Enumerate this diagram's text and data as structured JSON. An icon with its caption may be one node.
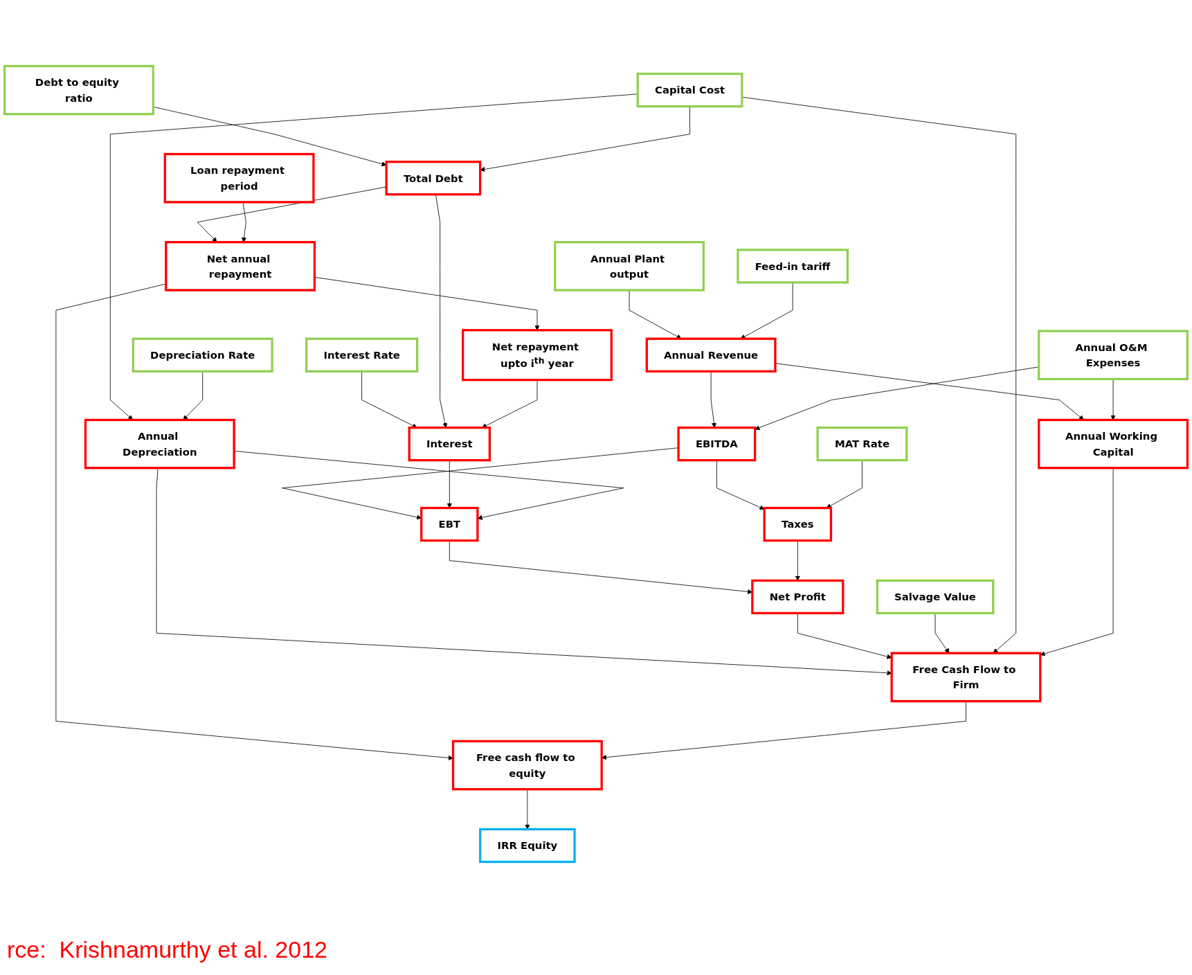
{
  "diagram": {
    "caption": "rce:  Krishnamurthy et al. 2012",
    "nodes": [
      {
        "text": [
          "Annual Plant output"
        ]
      },
      {
        "text": [
          "Annual Revenue"
        ]
      },
      {
        "text": [
          "Annual O&M Expenses"
        ]
      },
      {
        "text": [
          "Feed-in tariff"
        ]
      },
      {
        "text": [
          "Annual Working Capital"
        ]
      },
      {
        "text": [
          "MAT Rate"
        ]
      },
      {
        "text": [
          "EBITDA"
        ]
      },
      {
        "text": [
          "Interest Rate"
        ]
      },
      {
        "text": [
          "Interest"
        ]
      },
      {
        "text": [
          "EBT"
        ]
      },
      {
        "text": [
          "Total Debt"
        ]
      },
      {
        "text": [
          "Annual Depreciation"
        ]
      },
      {
        "text": [
          "Taxes"
        ]
      },
      {
        "text": [
          "Loan repayment period"
        ]
      },
      {
        "text": [
          "Debt to equity ratio"
        ]
      },
      {
        "text": [
          "Net repayment upto i$^{th}$ year"
        ]
      },
      {
        "text": [
          "Depreciation Rate"
        ]
      },
      {
        "text": [
          "Capital Cost"
        ]
      },
      {
        "text": [
          "Net Profit"
        ]
      },
      {
        "text": [
          "Net annual repayment"
        ]
      },
      {
        "text": [
          "Salvage Value"
        ]
      },
      {
        "text": [
          "Free Cash Flow to Firm"
        ]
      },
      {
        "text": [
          "Free cash flow to equity"
        ]
      },
      {
        "text": [
          "IRR Equity"
        ]
      }
    ],
    "edges": [
      {
        "from": 0,
        "to": 1,
        "arrow": "to"
      },
      {
        "from": 3,
        "to": 1,
        "arrow": "to"
      },
      {
        "from": 1,
        "to": 6,
        "arrow": "to"
      },
      {
        "from": 1,
        "to": 4,
        "arrow": "to"
      },
      {
        "from": 2,
        "to": 4,
        "arrow": "to"
      },
      {
        "from": 2,
        "to": 6,
        "arrow": "to"
      },
      {
        "from": 6,
        "to": 12,
        "arrow": "to"
      },
      {
        "from": 6,
        "to": 9,
        "arrow": "to"
      },
      {
        "from": 5,
        "to": 12,
        "arrow": "to"
      },
      {
        "from": 7,
        "to": 8,
        "arrow": "to"
      },
      {
        "from": 8,
        "to": 9,
        "arrow": "to"
      },
      {
        "from": 10,
        "to": 8,
        "arrow": "to"
      },
      {
        "from": 15,
        "to": 8,
        "arrow": "to"
      },
      {
        "from": 11,
        "to": 9,
        "arrow": "to"
      },
      {
        "from": 9,
        "to": 18,
        "arrow": "to"
      },
      {
        "from": 12,
        "to": 18,
        "arrow": "to"
      },
      {
        "from": 14,
        "to": 10,
        "arrow": "to"
      },
      {
        "from": 17,
        "to": 10,
        "arrow": "to"
      },
      {
        "from": 10,
        "to": 19,
        "arrow": "to"
      },
      {
        "from": 13,
        "to": 19,
        "arrow": "to"
      },
      {
        "from": 19,
        "to": 15,
        "arrow": "to"
      },
      {
        "from": 17,
        "to": 11,
        "arrow": "to"
      },
      {
        "from": 16,
        "to": 11,
        "arrow": "to"
      },
      {
        "from": 11,
        "to": 21,
        "arrow": "to"
      },
      {
        "from": 18,
        "to": 21,
        "arrow": "to"
      },
      {
        "from": 20,
        "to": 21,
        "arrow": "to"
      },
      {
        "from": 17,
        "to": 21,
        "arrow": "to"
      },
      {
        "from": 4,
        "to": 21,
        "arrow": "to"
      },
      {
        "from": 19,
        "to": 22,
        "arrow": "to"
      },
      {
        "from": 21,
        "to": 22,
        "arrow": "to"
      },
      {
        "from": 22,
        "to": 23,
        "arrow": "to"
      }
    ]
  }
}
